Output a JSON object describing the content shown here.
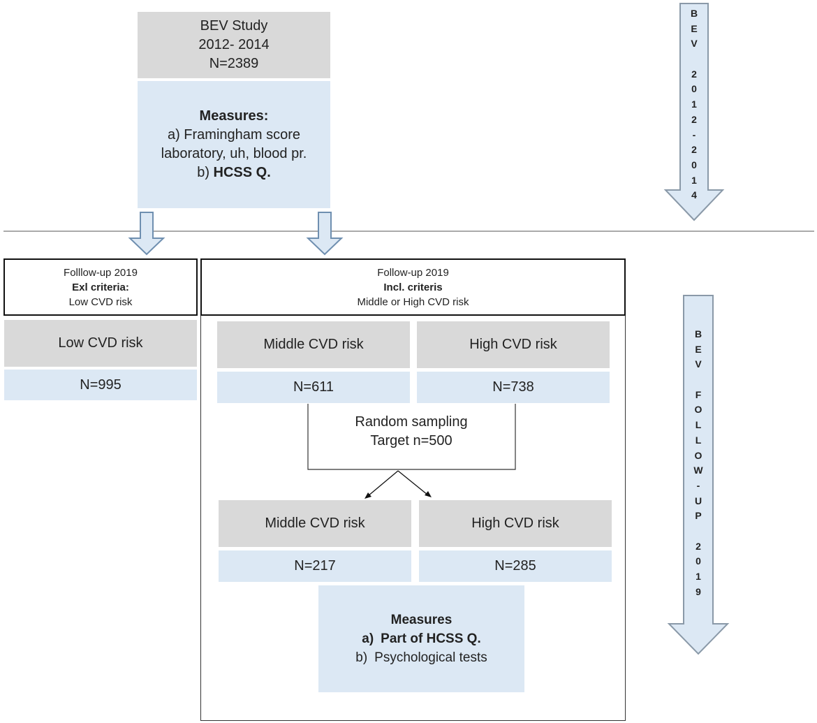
{
  "top_block": {
    "title_lines": [
      "BEV Study",
      "2012- 2014",
      "N=2389"
    ],
    "measures_heading": "Measures:",
    "measures_lines": [
      "a) Framingham score",
      "laboratory, uh, blood pr."
    ],
    "measures_b_prefix": "b) ",
    "measures_b_bold": "HCSS Q."
  },
  "side_arrow_top": {
    "letters": [
      "B",
      "E",
      "V",
      "",
      "2",
      "0",
      "1",
      "2",
      "-",
      "2",
      "0",
      "1",
      "4"
    ]
  },
  "side_arrow_bottom": {
    "letters": [
      "B",
      "E",
      "V",
      "",
      "F",
      "O",
      "L",
      "L",
      "O",
      "W",
      "-",
      "U",
      "P",
      "",
      "2",
      "0",
      "1",
      "9"
    ]
  },
  "excl_header": {
    "line1": "Folllow-up 2019",
    "line2": "Exl criteria:",
    "line3": "Low CVD risk"
  },
  "incl_header": {
    "line1": "Follow-up 2019",
    "line2": "Incl. criteris",
    "line3": "Middle or High CVD risk"
  },
  "low_risk": {
    "label": "Low CVD risk",
    "n": "N=995"
  },
  "middle_risk_1": {
    "label": "Middle CVD risk",
    "n": "N=611"
  },
  "high_risk_1": {
    "label": "High CVD risk",
    "n": "N=738"
  },
  "sampling": {
    "line1": "Random sampling",
    "line2": "Target n=500"
  },
  "middle_risk_2": {
    "label": "Middle CVD risk",
    "n": "N=217"
  },
  "high_risk_2": {
    "label": "High CVD risk",
    "n": "N=285"
  },
  "final_measures": {
    "heading": "Measures",
    "a_marker": "a)",
    "a_text": "Part of HCSS Q.",
    "b_marker": "b)",
    "b_text": "Psychological tests"
  },
  "colors": {
    "grey_box": "#d9d9d9",
    "blue_box": "#dce8f4",
    "arrow_stroke": "#6f8fb0",
    "arrow_fill": "#dce8f4"
  }
}
